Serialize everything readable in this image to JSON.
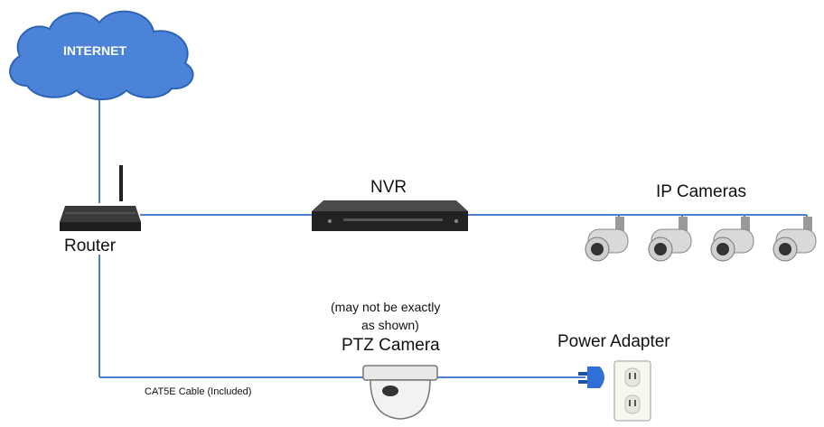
{
  "labels": {
    "internet": "INTERNET",
    "router": "Router",
    "nvr": "NVR",
    "ip_cameras": "IP Cameras",
    "note_line1": "(may not be exactly",
    "note_line2": "as shown)",
    "ptz_camera": "PTZ Camera",
    "power_adapter": "Power Adapter",
    "cable": "CAT5E Cable (Included)"
  },
  "colors": {
    "cable": "#4a7fcf",
    "cloud_fill": "#4a83d8",
    "cloud_stroke": "#2f64b5",
    "device_dark": "#2a2a2a",
    "camera_body": "#d9d9d9"
  }
}
